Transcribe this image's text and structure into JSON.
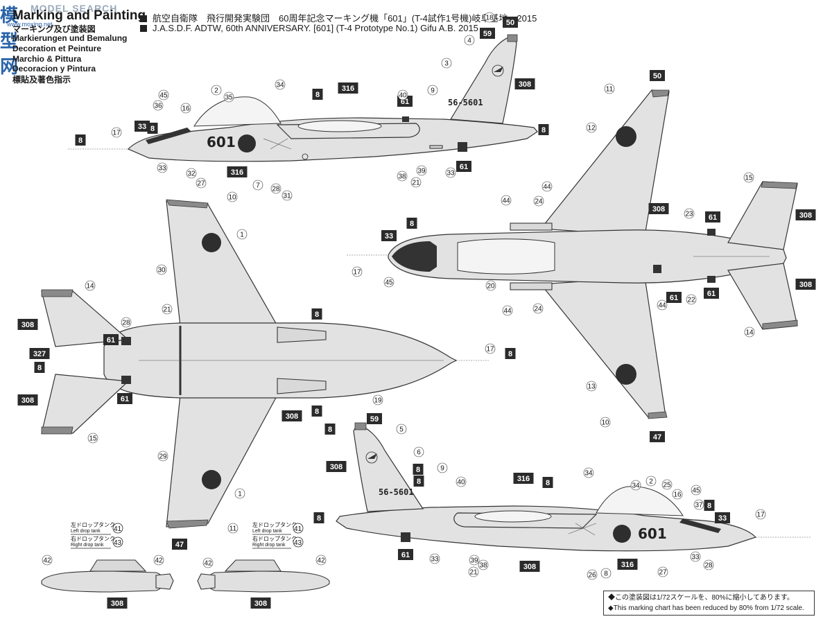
{
  "watermark": {
    "logo": "模型网",
    "site": "www.moxing.net",
    "search": "MODEL SEARCH"
  },
  "titles": [
    "Marking and Painting",
    "マーキング及び塗装図",
    "Markierungen und Bemalung",
    "Decoration et Peinture",
    "Marchio & Pittura",
    "Decoracion y Pintura",
    "標貼及著色指示"
  ],
  "header": {
    "jp": "航空自衛隊　飛行開発実験団　60周年記念マーキング機「601」(T-4試作1号機)岐阜基地　2015",
    "en": "J.A.S.D.F. ADTW, 60th ANNIVERSARY. [601] (T-4 Prototype No.1) Gifu A.B. 2015"
  },
  "note": {
    "jp": "◆この塗装図は1/72スケールを、80%に縮小してあります。",
    "en": "◆This marking chart has been reduced by 80% from 1/72 scale."
  },
  "aircraft": {
    "serial": "56-5601",
    "number": "601"
  },
  "tanks": {
    "left_jp": "左ドロップタンク",
    "left_en": "Left drop tank",
    "left_no": "41",
    "right_jp": "右ドロップタンク",
    "right_en": "Right drop tank",
    "right_no": "43"
  },
  "colors": {
    "box": "#2b2b2b",
    "roundel": "#2e2e2e",
    "hull": "#e2e2e2",
    "tip": "#8a8a8a"
  },
  "codes": {
    "a": "8",
    "b": "8",
    "c": "8",
    "d": "316",
    "e": "308",
    "f": "61",
    "g": "61",
    "h": "33",
    "i": "316",
    "j": "8",
    "k": "59",
    "l": "50",
    "m": "50",
    "n": "8",
    "o": "33",
    "p": "308",
    "q": "61",
    "r": "61",
    "s": "61",
    "t": "308",
    "u": "308",
    "v": "47",
    "w": "8",
    "x": "308",
    "y": "61",
    "z": "327",
    "aa": "8",
    "ab": "61",
    "ac": "8",
    "ad": "8",
    "ae": "308",
    "af": "308",
    "ag": "47",
    "ah": "8",
    "ai": "59",
    "aj": "308",
    "ak": "8",
    "al": "8",
    "am": "316",
    "an": "8",
    "ao": "61",
    "ap": "308",
    "aq": "316",
    "ar": "8",
    "as": "33",
    "at": "8",
    "au": "308",
    "av": "308"
  },
  "callouts": {
    "c1": "18",
    "c2": "4",
    "c3": "3",
    "c4": "9",
    "c5": "40",
    "c6": "34",
    "c7": "2",
    "c8": "35",
    "c9": "45",
    "c10": "36",
    "c11": "16",
    "c12": "17",
    "c13": "33",
    "c14": "32",
    "c15": "27",
    "c16": "7",
    "c17": "28",
    "c18": "31",
    "c19": "38",
    "c20": "21",
    "c21": "39",
    "c22": "33",
    "c23": "11",
    "c24": "12",
    "c25": "15",
    "c26": "44",
    "c27": "24",
    "c28": "44",
    "c29": "23",
    "c30": "17",
    "c31": "45",
    "c32": "20",
    "c33": "44",
    "c34": "24",
    "c35": "44",
    "c36": "22",
    "c37": "14",
    "c38": "13",
    "c39": "10",
    "c40": "10",
    "c41": "1",
    "c42": "30",
    "c43": "14",
    "c44": "21",
    "c45": "28",
    "c46": "17",
    "c47": "15",
    "c48": "29",
    "c49": "1",
    "c50": "11",
    "c51": "19",
    "c52": "5",
    "c53": "6",
    "c54": "9",
    "c55": "40",
    "c56": "34",
    "c57": "34",
    "c58": "2",
    "c59": "25",
    "c60": "16",
    "c61": "45",
    "c62": "37",
    "c63": "17",
    "c64": "33",
    "c65": "39",
    "c66": "21",
    "c67": "38",
    "c68": "26",
    "c69": "8",
    "c70": "27",
    "c71": "33",
    "c72": "28",
    "c73": "42",
    "c74": "42",
    "c75": "42",
    "c76": "42"
  }
}
